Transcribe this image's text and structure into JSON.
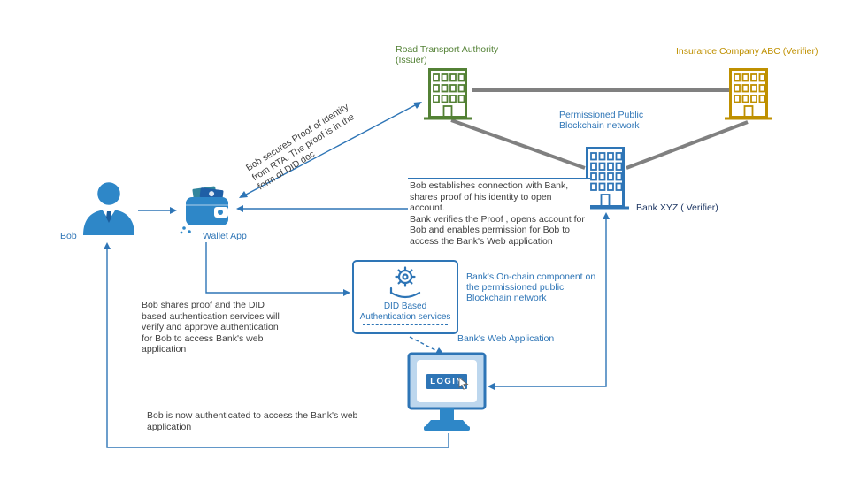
{
  "diagram": {
    "bob": {
      "label": "Bob"
    },
    "wallet": {
      "label": "Wallet App"
    },
    "rta": {
      "label": "Road Transport Authority\n(Issuer)"
    },
    "insurance": {
      "label": "Insurance Company ABC (Verifier)"
    },
    "bank": {
      "label": "Bank XYZ  ( Verifier)",
      "network_label": "Permissioned Public\nBlockchain network"
    },
    "did_services": {
      "label": "DID Based\nAuthentication services",
      "onchain_label": "Bank's On-chain component on\nthe permissioned public\nBlockchain network"
    },
    "web_app": {
      "label": "Bank's Web Application",
      "login_button": "LOGIN"
    },
    "annotations": {
      "secure_proof": "Bob secures Proof of identity\nfrom RTA. The proof is in the\nform of DID doc",
      "establish": "Bob establishes connection with Bank,\nshares proof of his identity to open\naccount.\nBank verifies the Proof , opens account for\nBob and enables permission for Bob to\naccess the Bank's Web application",
      "shares_proof": "Bob shares proof and the DID\nbased authentication services will\nverify and approve authentication\nfor Bob to access Bank's web\napplication",
      "authenticated": "Bob is now authenticated to access the Bank's web\napplication"
    },
    "colors": {
      "blue": "#2E75B6",
      "icon_blue": "#2E87C8",
      "green": "#538135",
      "gold": "#BF9000",
      "gray": "#808080",
      "text": "#404040",
      "bank_label": "#1F3864"
    }
  }
}
